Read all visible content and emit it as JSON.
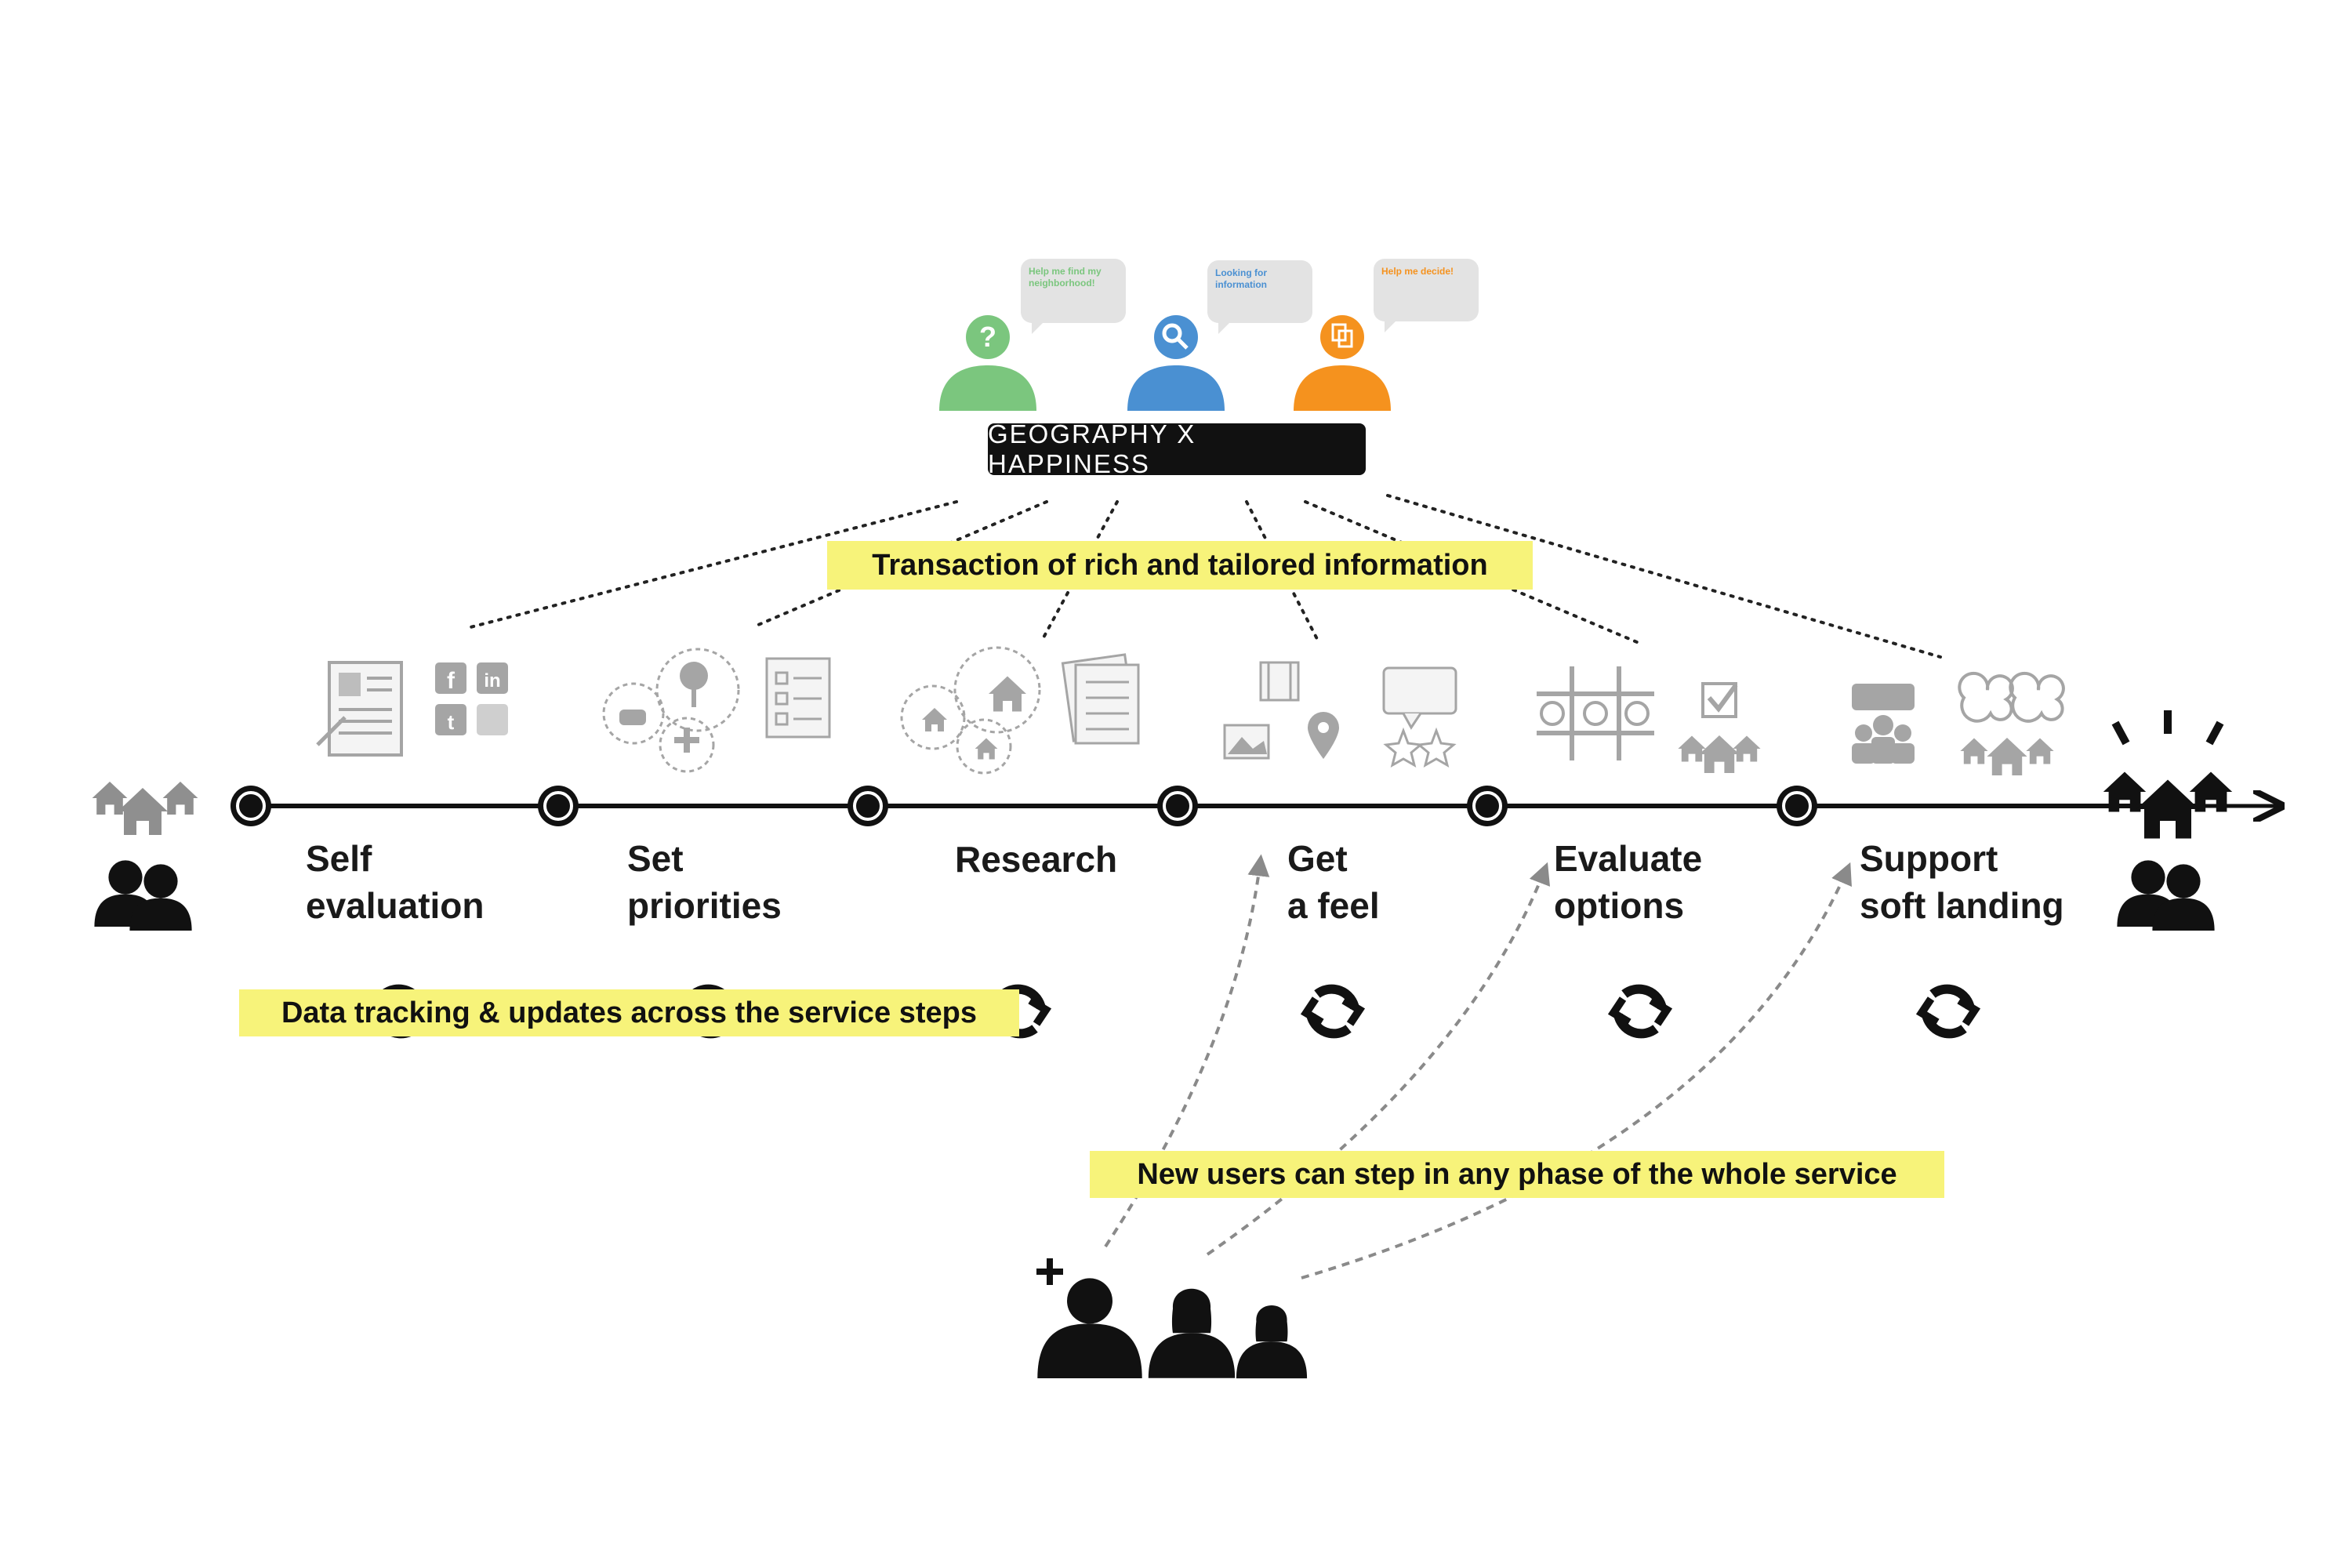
{
  "brand": {
    "title": "GEOGRAPHY X HAPPINESS"
  },
  "personas": [
    {
      "bubble": "Help me find my neighborhood!",
      "color": "#7bc67e",
      "icon": "question-icon"
    },
    {
      "bubble": "Looking for information",
      "color": "#4a90d2",
      "icon": "magnifier-icon"
    },
    {
      "bubble": "Help me decide!",
      "color": "#f5921e",
      "icon": "documents-icon"
    }
  ],
  "banners": {
    "transaction": "Transaction of rich and tailored information",
    "tracking": "Data tracking & updates across the service steps",
    "new_users": "New users can step in any phase of the whole service"
  },
  "steps": [
    {
      "line1": "Self",
      "line2": "evaluation"
    },
    {
      "line1": "Set",
      "line2": "priorities"
    },
    {
      "line1": "Research",
      "line2": ""
    },
    {
      "line1": "Get",
      "line2": "a feel"
    },
    {
      "line1": "Evaluate",
      "line2": "options"
    },
    {
      "line1": "Support",
      "line2": "soft landing"
    }
  ],
  "colors": {
    "highlight": "#f7f37a",
    "timeline": "#111111",
    "icon_gray": "#a5a5a5"
  }
}
